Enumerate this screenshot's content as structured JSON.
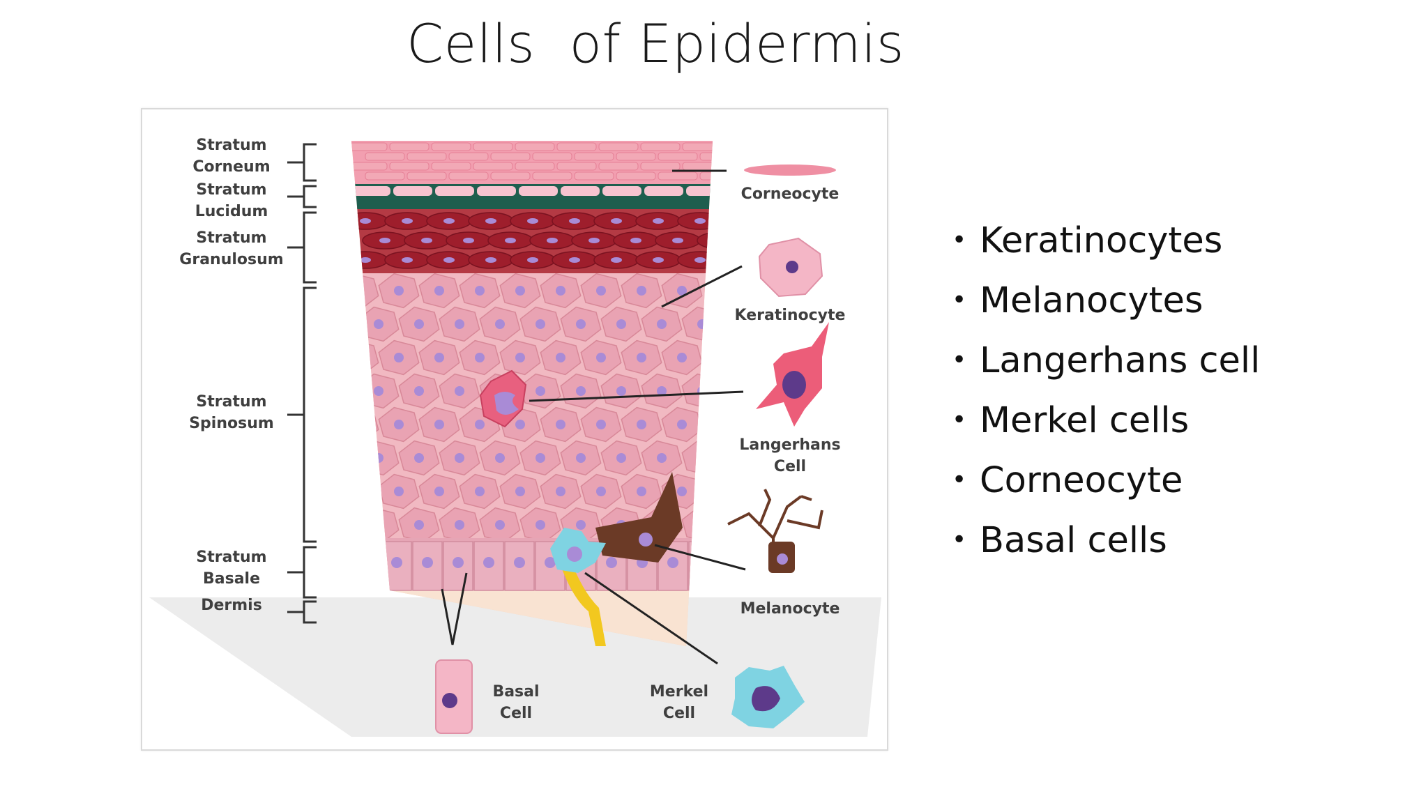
{
  "slide": {
    "title": "Cells  of Epidermis"
  },
  "diagram": {
    "layers": [
      {
        "id": "corneum",
        "line1": "Stratum",
        "line2": "Corneum"
      },
      {
        "id": "lucidum",
        "line1": "Stratum",
        "line2": "Lucidum"
      },
      {
        "id": "granulosum",
        "line1": "Stratum",
        "line2": "Granulosum"
      },
      {
        "id": "spinosum",
        "line1": "Stratum",
        "line2": "Spinosum"
      },
      {
        "id": "basale",
        "line1": "Stratum",
        "line2": "Basale"
      },
      {
        "id": "dermis",
        "line1": "Dermis",
        "line2": ""
      }
    ],
    "cells": {
      "corneocyte": {
        "line1": "Corneocyte",
        "line2": ""
      },
      "keratinocyte": {
        "line1": "Keratinocyte",
        "line2": ""
      },
      "langerhans": {
        "line1": "Langerhans",
        "line2": "Cell"
      },
      "melanocyte": {
        "line1": "Melanocyte",
        "line2": ""
      },
      "basal": {
        "line1": "Basal",
        "line2": "Cell"
      },
      "merkel": {
        "line1": "Merkel",
        "line2": "Cell"
      }
    },
    "colors": {
      "corneum": "#f2a9b6",
      "granulosum": "#9e1e2c",
      "spinosum": "#e9a3b3",
      "nucleus": "#a98bd6",
      "melanocyte": "#6b3a26",
      "merkel": "#7fd3e2",
      "dermis": "#f7d6bf",
      "nerve": "#f2c81f"
    }
  },
  "bullets": [
    "Keratinocytes",
    "Melanocytes",
    "Langerhans cell",
    "Merkel cells",
    "Corneocyte",
    "Basal cells"
  ]
}
